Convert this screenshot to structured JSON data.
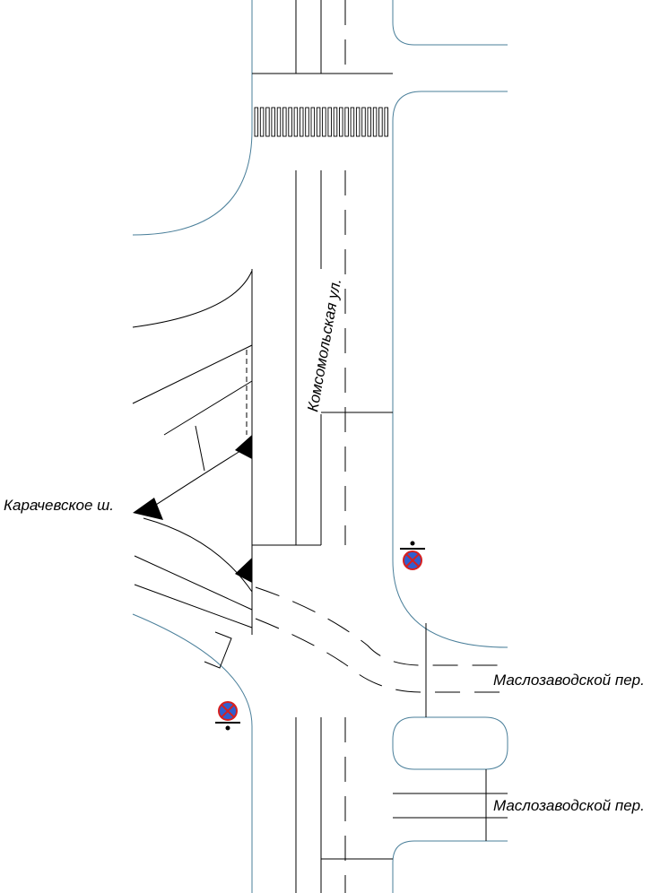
{
  "streets": {
    "komsomolskaya": "Комсомольская ул.",
    "karachevskoe": "Карачевское ш.",
    "maslozavodskoy_north": "Маслозаводской пер.",
    "maslozavodskoy_south": "Маслозаводской пер."
  },
  "colors": {
    "curb": "#4a7f9a",
    "marking": "#000000",
    "sign_fill": "#2f5fd0",
    "sign_ring": "#d62020"
  },
  "signs": [
    {
      "name": "no-stopping-sign",
      "icon": "no-stopping-sign-icon",
      "position": "east-curb-before-maslozavodskoy"
    },
    {
      "name": "no-stopping-sign",
      "icon": "no-stopping-sign-icon",
      "position": "west-curb-after-karachevskoe"
    }
  ]
}
